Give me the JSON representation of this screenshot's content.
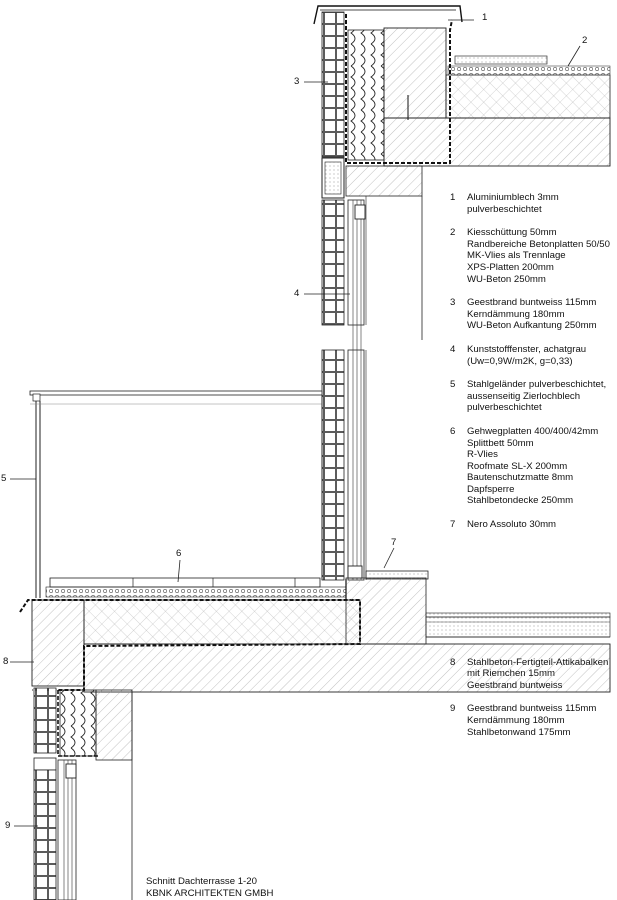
{
  "legend": [
    {
      "num": "1",
      "lines": [
        "Aluminiumblech 3mm",
        "pulverbeschichtet"
      ]
    },
    {
      "num": "2",
      "lines": [
        "Kiesschüttung 50mm",
        "Randbereiche Betonplatten 50/50",
        "MK-Vlies als Trennlage",
        "XPS-Platten 200mm",
        "WU-Beton 250mm"
      ]
    },
    {
      "num": "3",
      "lines": [
        "Geestbrand buntweiss 115mm",
        "Kerndämmung 180mm",
        "WU-Beton Aufkantung 250mm"
      ]
    },
    {
      "num": "4",
      "lines": [
        "Kunststofffenster, achatgrau",
        "(Uw=0,9W/m2K, g=0,33)"
      ]
    },
    {
      "num": "5",
      "lines": [
        "Stahlgeländer pulverbeschichtet,",
        "aussenseitig Zierlochblech",
        "pulverbeschichtet"
      ]
    },
    {
      "num": "6",
      "lines": [
        "Gehwegplatten 400/400/42mm",
        "Splittbett  50mm",
        "R-Vlies",
        "Roofmate SL-X 200mm",
        "Bautenschutzmatte  8mm",
        "Dapfsperre",
        "Stahlbetondecke 250mm"
      ]
    },
    {
      "num": "7",
      "lines": [
        "Nero Assoluto 30mm"
      ]
    },
    {
      "num": "8",
      "lines": [
        "Stahlbeton-Fertigteil-Attikabalken",
        "mit Riemchen 15mm",
        "Geestbrand buntweiss"
      ]
    },
    {
      "num": "9",
      "lines": [
        "Geestbrand buntweiss 115mm",
        "Kerndämmung 180mm",
        "Stahlbetonwand 175mm"
      ]
    }
  ],
  "callouts": [
    "1",
    "2",
    "3",
    "4",
    "5",
    "6",
    "7",
    "8",
    "9"
  ],
  "caption": {
    "line1": "Schnitt Dachterrasse 1-20",
    "line2": "KBNK ARCHITEKTEN GMBH"
  }
}
